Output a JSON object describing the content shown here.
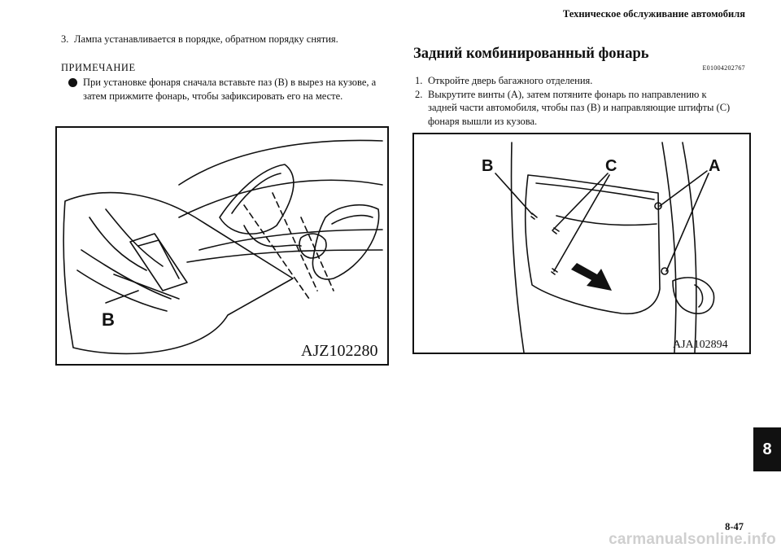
{
  "header": {
    "title": "Техническое обслуживание автомобиля"
  },
  "left": {
    "step3": {
      "num": "3.",
      "text": "Лампа устанавливается в порядке, обратном порядку снятия."
    },
    "note": {
      "heading": "ПРИМЕЧАНИЕ",
      "body": "При установке фонаря сначала вставьте паз (B) в вырез на кузове, а затем прижмите фонарь, чтобы зафиксировать его на месте."
    },
    "figure": {
      "code": "AJZ102280",
      "label_b": "B"
    }
  },
  "right": {
    "title": "Задний комбинированный фонарь",
    "doc_code": "E01004202767",
    "steps": [
      {
        "num": "1.",
        "text": "Откройте дверь багажного отделения."
      },
      {
        "num": "2.",
        "text": "Выкрутите винты (A), затем потяните фонарь по направлению к задней части автомобиля, чтобы паз (B) и направляющие штифты (C) фонаря вышли из кузова."
      }
    ],
    "figure": {
      "code": "AJA102894",
      "label_b": "B",
      "label_c": "C",
      "label_a": "A"
    }
  },
  "tab": {
    "chapter": "8"
  },
  "footer": {
    "page": "8-47",
    "watermark": "carmanualsonline.info"
  }
}
